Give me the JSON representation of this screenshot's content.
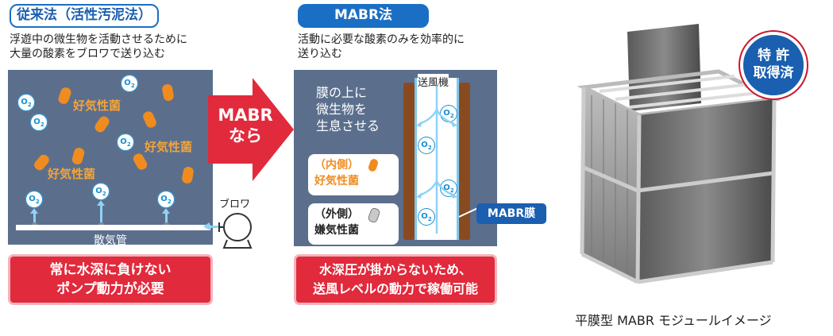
{
  "conventional": {
    "tab_label": "従来法（活性汚泥法）",
    "desc_line1": "浮遊中の微生物を活動させるために",
    "desc_line2": "大量の酸素をブロワで送り込む",
    "bacteria_label": "好気性菌",
    "oxygen_label": "O",
    "oxygen_sub": "2",
    "pipe_label": "散気管",
    "blower_label": "ブロワ",
    "note_line1": "常に水深に負けない",
    "note_line2": "ポンプ動力が必要"
  },
  "transition": {
    "line1": "MABR",
    "line2": "なら"
  },
  "mabr": {
    "tab_label": "MABR法",
    "desc_line1": "活動に必要な酸素のみを効率的に",
    "desc_line2": "送り込む",
    "blower_label": "送風機",
    "membrane_text_line1": "膜の上に",
    "membrane_text_line2": "微生物を",
    "membrane_text_line3": "生息させる",
    "inner_label": "（内側）",
    "inner_bacteria": "好気性菌",
    "outer_label": "（外側）",
    "outer_bacteria": "嫌気性菌",
    "membrane_label": "MABR膜",
    "note_line1": "水深圧が掛からないため、",
    "note_line2": "送風レベルの動力で稼働可能"
  },
  "module": {
    "badge_line1": "特 許",
    "badge_line2": "取得済",
    "caption": "平膜型 MABR モジュールイメージ"
  },
  "colors": {
    "tab_blue": "#1a6fc4",
    "panel_bg": "#5b6f8d",
    "alert_red": "#e12a3c",
    "bacteria_orange": "#f08c1f",
    "membrane_brown": "#8a4a1f",
    "oxygen_blue": "#1a8fd1"
  }
}
